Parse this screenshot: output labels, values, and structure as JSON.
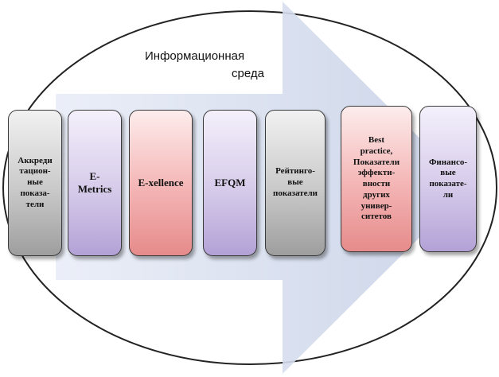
{
  "environment_label": {
    "line1": "Информационная",
    "line2": "среда"
  },
  "boxes": [
    {
      "lines": [
        "Аккреди",
        "тацион-",
        "ные",
        "показа-",
        "тели"
      ],
      "style": "gray"
    },
    {
      "lines": [
        "E-",
        "Metrics"
      ],
      "style": "purple"
    },
    {
      "lines": [
        "E-xellence"
      ],
      "style": "red"
    },
    {
      "lines": [
        "EFQM"
      ],
      "style": "purple"
    },
    {
      "lines": [
        "Рейтинго-",
        "вые",
        "показатели"
      ],
      "style": "gray"
    },
    {
      "lines": [
        "Best",
        "practice,",
        "Показатели",
        "эффекти-",
        "вности",
        "других",
        "универ-",
        "ситетов"
      ],
      "style": "red"
    },
    {
      "lines": [
        "Финансо-",
        "вые",
        "показате-",
        "ли"
      ],
      "style": "purple"
    }
  ]
}
